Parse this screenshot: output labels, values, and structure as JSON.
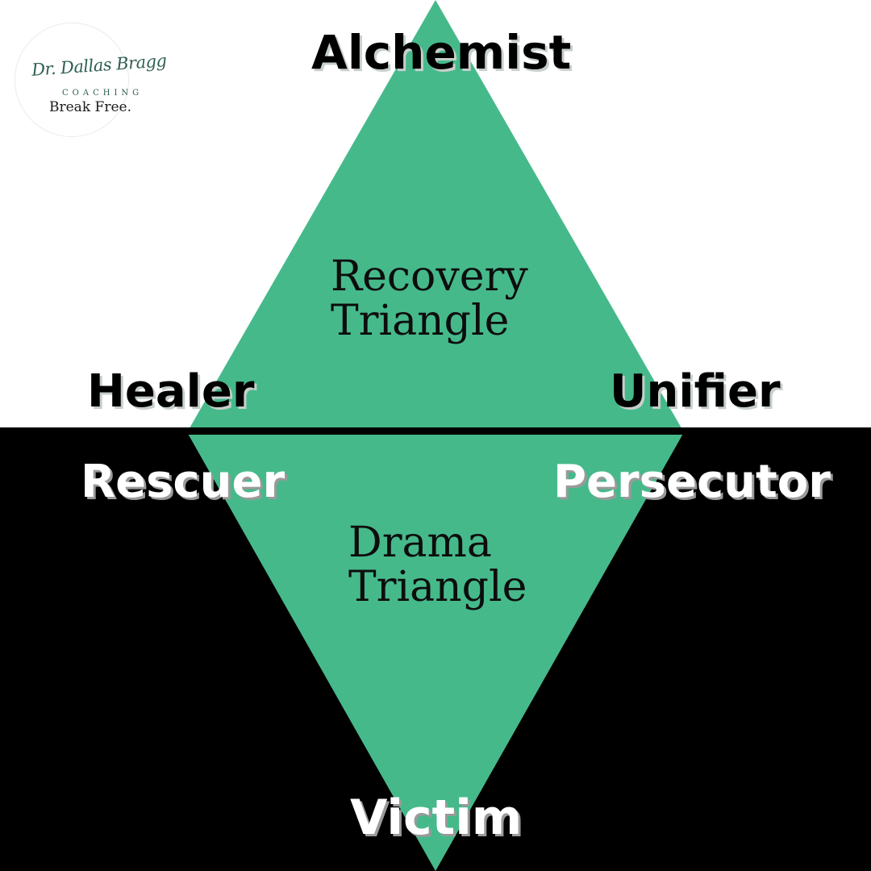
{
  "colors": {
    "background_top": "#ffffff",
    "background_bottom": "#000000",
    "diamond_fill": "#46b98b",
    "divider": "#000000",
    "logo_accent": "#2f5e52"
  },
  "logo": {
    "name": "Dr. Dallas Bragg",
    "subtitle": "COACHING",
    "tagline": "Break Free."
  },
  "recovery_triangle": {
    "title_line1": "Recovery",
    "title_line2": "Triangle",
    "roles": {
      "top": "Alchemist",
      "left": "Healer",
      "right": "Unifier"
    }
  },
  "drama_triangle": {
    "title_line1": "Drama",
    "title_line2": "Triangle",
    "roles": {
      "left": "Rescuer",
      "right": "Persecutor",
      "bottom": "Victim"
    }
  }
}
